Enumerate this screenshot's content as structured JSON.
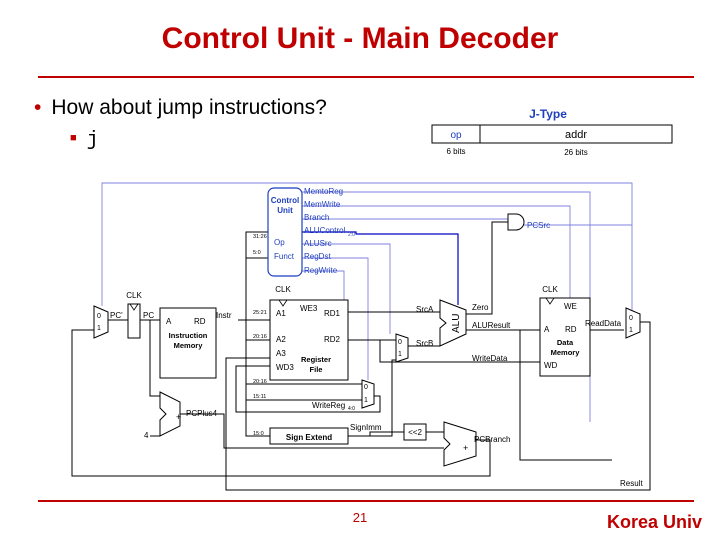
{
  "slide": {
    "title": "Control Unit - Main Decoder",
    "bullet_main": "How about jump instructions?",
    "bullet_sub": "j",
    "page_number": "21",
    "footer": "Korea Univ"
  },
  "jtype": {
    "title": "J-Type",
    "fields": [
      {
        "name": "op",
        "bits": "6 bits"
      },
      {
        "name": "addr",
        "bits": "26 bits"
      }
    ]
  },
  "datapath": {
    "control_unit": [
      "Control",
      "Unit"
    ],
    "control_signals": [
      "MemtoReg",
      "MemWrite",
      "Branch",
      "ALUControl",
      "ALUSrc",
      "RegDst",
      "RegWrite"
    ],
    "alucontrol_sub": "2:0",
    "op_label": "Op",
    "funct_label": "Funct",
    "bits": [
      "31:26",
      "5:0",
      "25:21",
      "20:16",
      "20:16",
      "15:11",
      "15:0"
    ],
    "clk": "CLK",
    "pcsrc": "PCSrc",
    "pc_prime": "PC'",
    "pc": "PC",
    "instr": "Instr",
    "imem": {
      "a": "A",
      "rd": "RD",
      "name": [
        "Instruction",
        "Memory"
      ]
    },
    "regfile": {
      "we3": "WE3",
      "a1": "A1",
      "a2": "A2",
      "a3": "A3",
      "wd3": "WD3",
      "rd1": "RD1",
      "rd2": "RD2",
      "name": [
        "Register",
        "File"
      ]
    },
    "srca": "SrcA",
    "srcb": "SrcB",
    "alu": "ALU",
    "zero": "Zero",
    "aluresult": "ALUResult",
    "writedata": "WriteData",
    "dmem": {
      "we": "WE",
      "a": "A",
      "rd": "RD",
      "wd": "WD",
      "name": [
        "Data",
        "Memory"
      ]
    },
    "readdata": "ReadData",
    "writereg": "WriteReg",
    "writereg_sub": "4:0",
    "signimm": "SignImm",
    "sign_extend": "Sign Extend",
    "shift": "<<2",
    "pcplus4": "PCPlus4",
    "four": "4",
    "pcbranch": "PCBranch",
    "result": "Result",
    "mux0": "0",
    "mux1": "1",
    "plus": "+"
  }
}
